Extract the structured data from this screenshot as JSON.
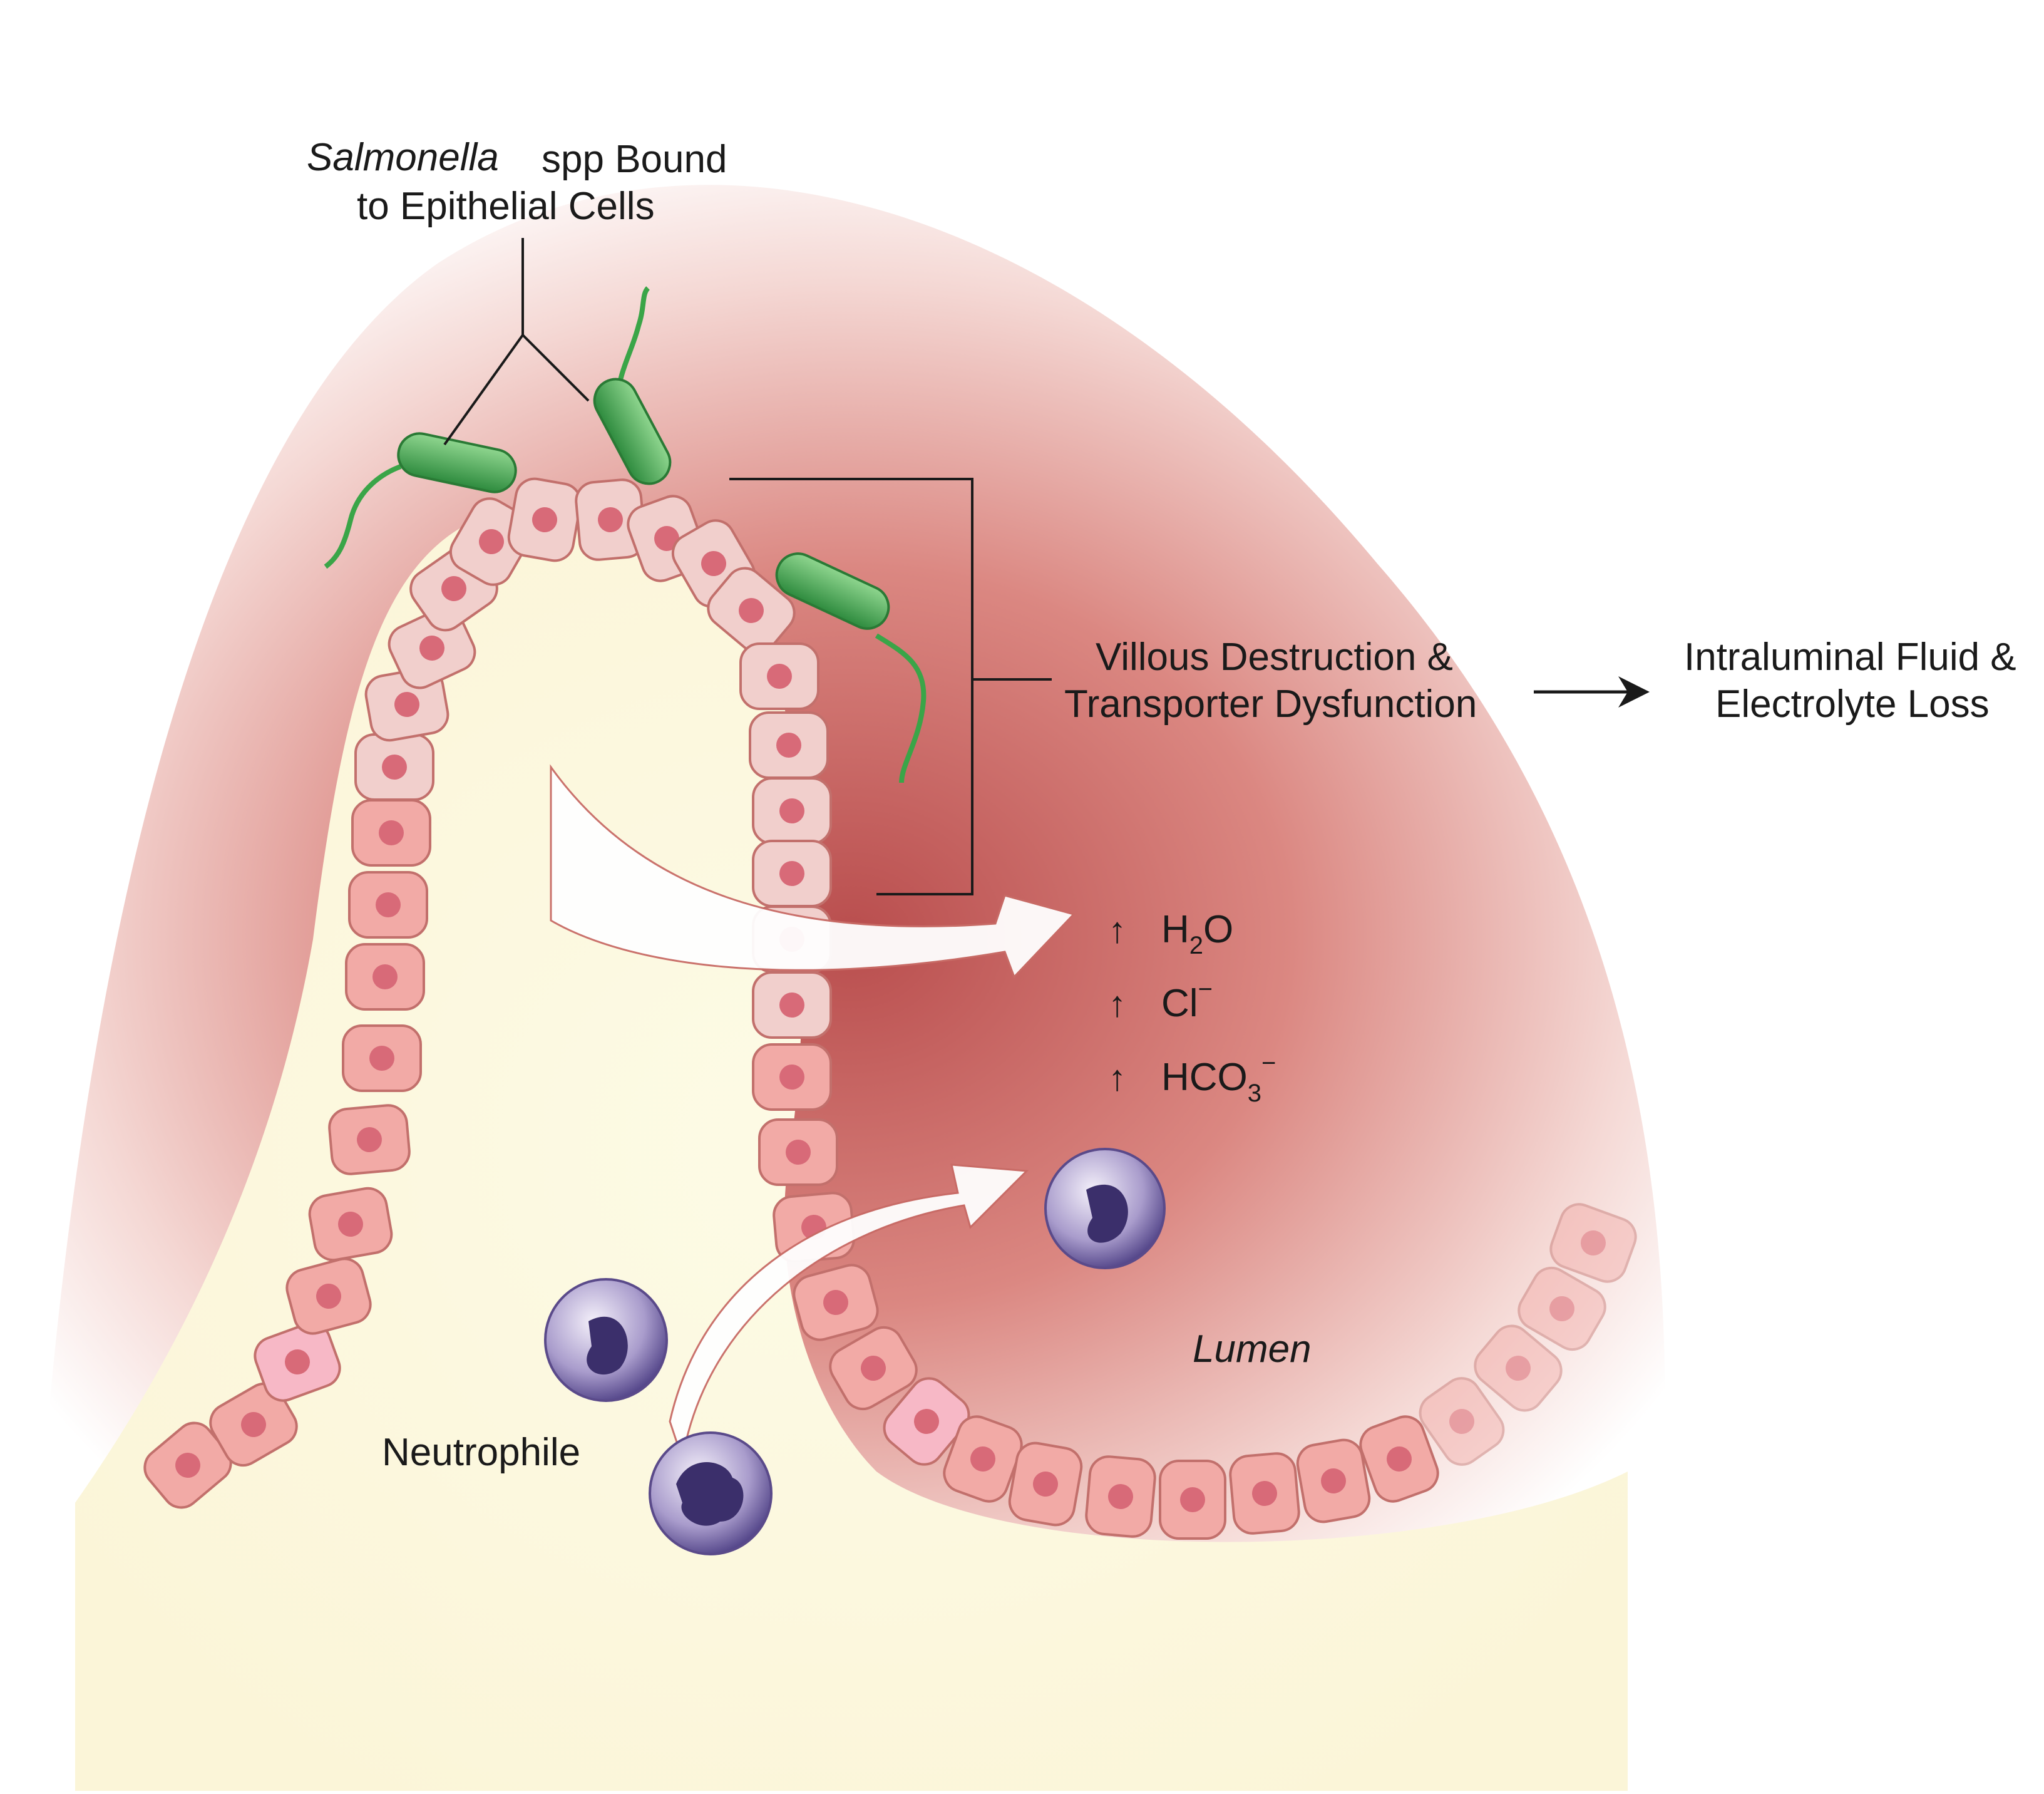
{
  "labels": {
    "salmonella_italic": "Salmonella",
    "salmonella_rest": "spp Bound",
    "salmonella_line2": "to Epithelial Cells",
    "villous_line1": "Villous Destruction &",
    "villous_line2": "Transporter Dysfunction",
    "fluid_line1": "Intraluminal Fluid &",
    "fluid_line2": "Electrolyte Loss",
    "neutrophile": "Neutrophile",
    "lumen": "Lumen"
  },
  "secretions": [
    {
      "arrow": "↑",
      "base": "H",
      "sub": "2",
      "tail": "O",
      "sup": ""
    },
    {
      "arrow": "↑",
      "base": "Cl",
      "sub": "",
      "tail": "",
      "sup": "−"
    },
    {
      "arrow": "↑",
      "base": "HCO",
      "sub": "3",
      "tail": "",
      "sup": "−"
    }
  ],
  "colors": {
    "tissue_red": "#c0504d",
    "core_cream": "#fdfbe6",
    "cell_pink": "#f2aaa6",
    "bacteria_green": "#4caf50",
    "neutrophil_purple": "#6a5a9e"
  }
}
